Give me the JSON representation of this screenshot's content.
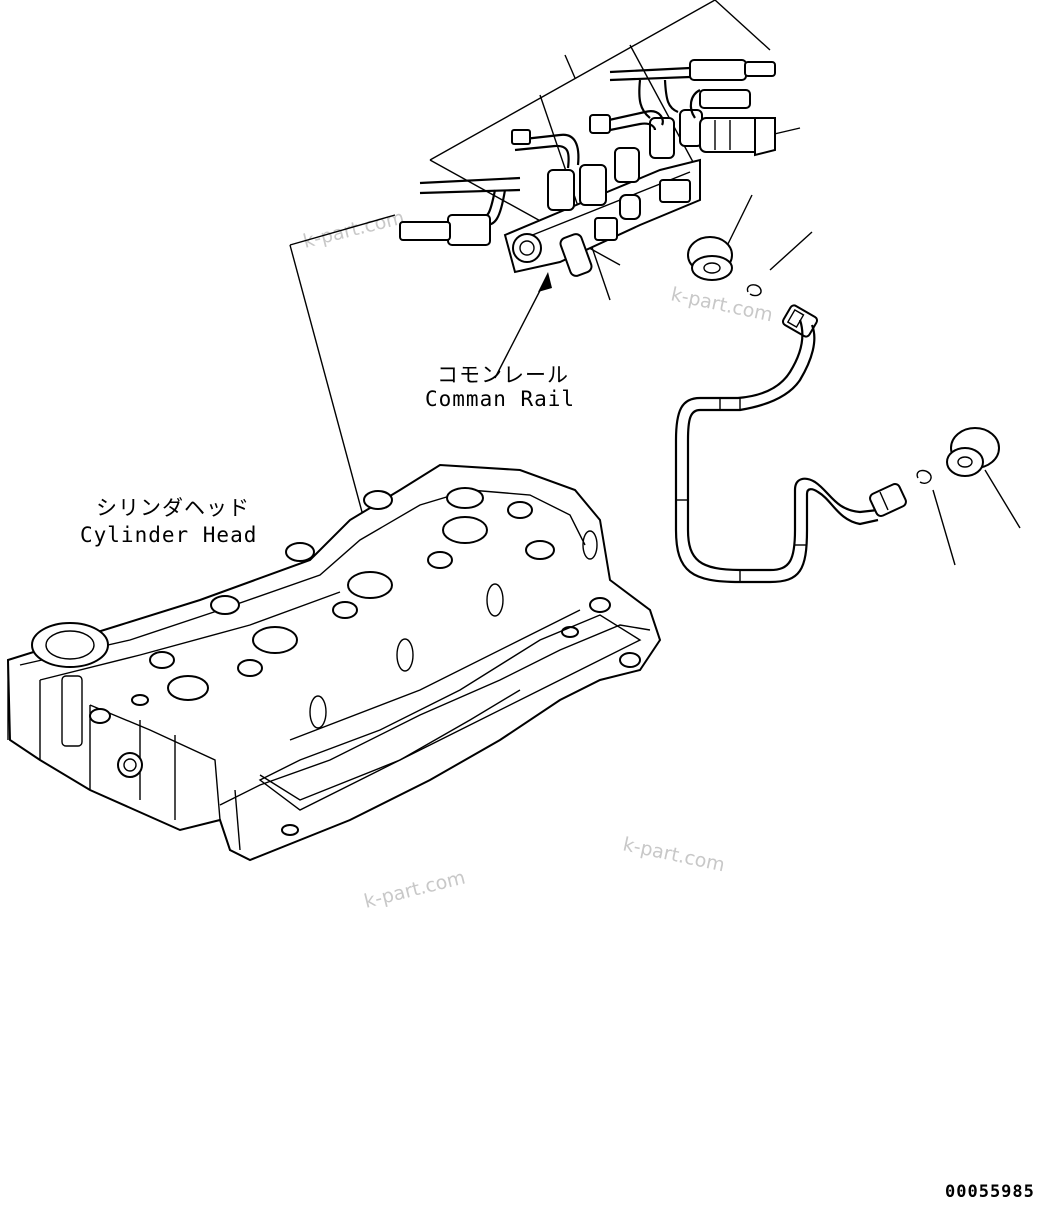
{
  "diagram": {
    "labels": {
      "common_rail_jp": "コモンレール",
      "common_rail_en": "Comman Rail",
      "cylinder_head_jp": "シリンダヘッド",
      "cylinder_head_en": "Cylinder Head"
    },
    "watermarks": [
      "k-part.com",
      "k-part.com",
      "k-part.com",
      "k-part.com"
    ],
    "drawing_code": "00055985"
  }
}
